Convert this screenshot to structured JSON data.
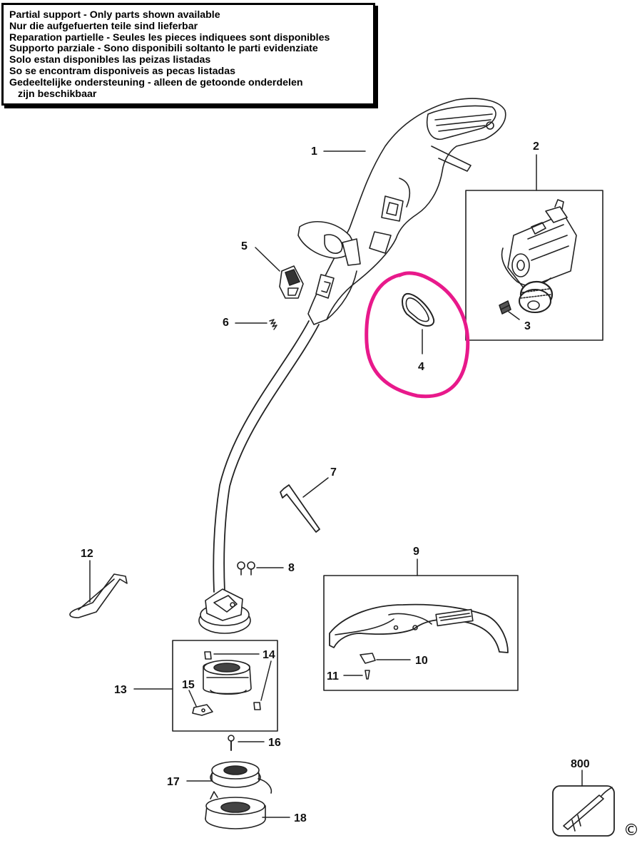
{
  "notice": {
    "lines": [
      "Partial support - Only parts shown available",
      "Nur die aufgefuerten teile sind lieferbar",
      "Reparation partielle - Seules les pieces indiquees sont disponibles",
      "Supporto parziale - Sono disponibili soltanto le parti evidenziate",
      "Solo estan disponibles las peizas listadas",
      "So se encontram disponiveis as pecas listadas",
      "Gedeeltelijke ondersteuning - alleen de getoonde onderdelen",
      "zijn beschikbaar"
    ]
  },
  "parts": {
    "p1": "1",
    "p2": "2",
    "p3": "3",
    "p4": "4",
    "p5": "5",
    "p6": "6",
    "p7": "7",
    "p8": "8",
    "p9": "9",
    "p10": "10",
    "p11": "11",
    "p12": "12",
    "p13": "13",
    "p14": "14",
    "p15": "15",
    "p16": "16",
    "p17": "17",
    "p18": "18",
    "p800": "800"
  },
  "highlight_color": "#e8198b",
  "copyright_symbol": "©"
}
